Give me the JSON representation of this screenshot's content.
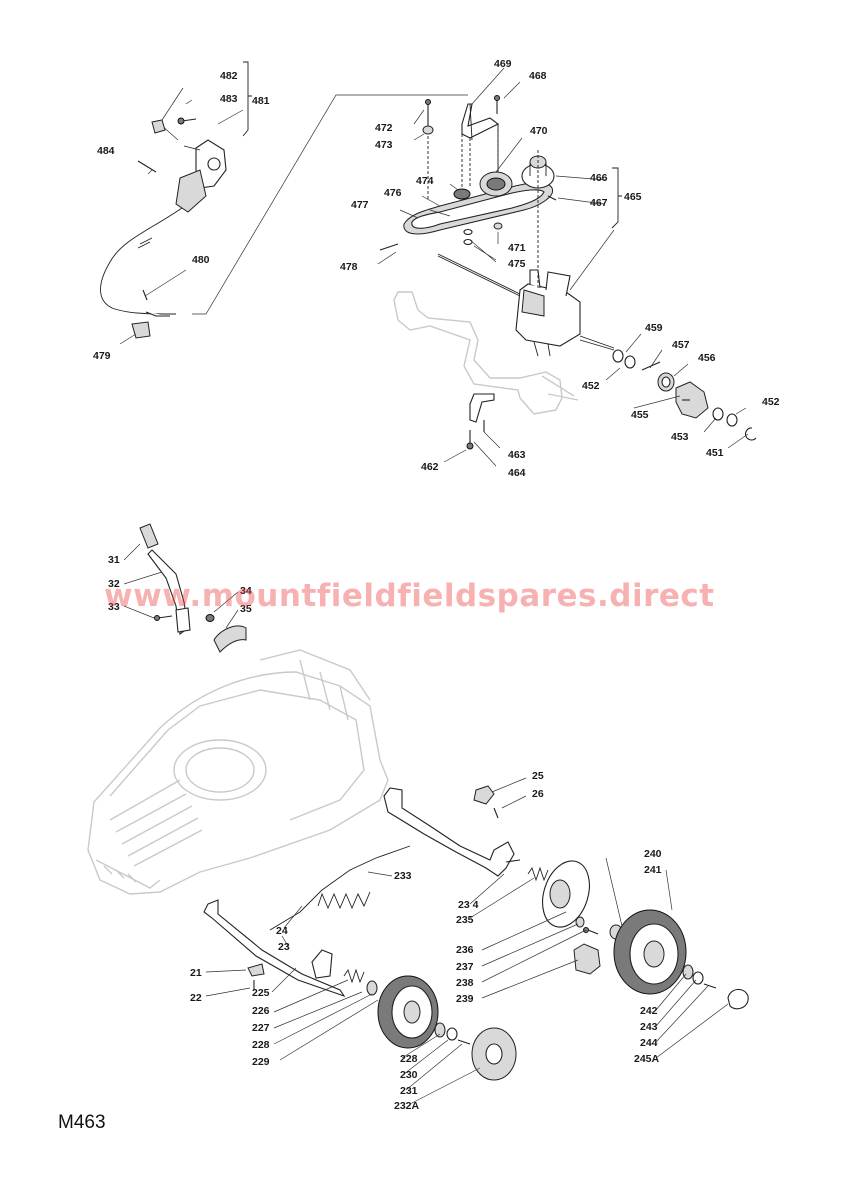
{
  "watermark": "www.mountfieldfieldspares.direct",
  "page_code": "M463",
  "callouts": {
    "c482": "482",
    "c483": "483",
    "c481": "481",
    "c484": "484",
    "c480": "480",
    "c479": "479",
    "c469": "469",
    "c468": "468",
    "c472": "472",
    "c473": "473",
    "c470": "470",
    "c474": "474",
    "c476": "476",
    "c466": "466",
    "c465": "465",
    "c467": "467",
    "c477": "477",
    "c471": "471",
    "c475": "475",
    "c478": "478",
    "c459": "459",
    "c457": "457",
    "c456": "456",
    "c452a": "452",
    "c452b": "452",
    "c455": "455",
    "c453": "453",
    "c451": "451",
    "c463": "463",
    "c462": "462",
    "c464": "464",
    "c31": "31",
    "c32": "32",
    "c33": "33",
    "c34": "34",
    "c35": "35",
    "c25": "25",
    "c26": "26",
    "c233": "233",
    "c234": "23 4",
    "c235": "235",
    "c24": "24",
    "c23": "23",
    "c240": "240",
    "c241": "241",
    "c236": "236",
    "c237": "237",
    "c238": "238",
    "c239": "239",
    "c21": "21",
    "c22": "22",
    "c225": "225",
    "c226": "226",
    "c227": "227",
    "c228a": "228",
    "c229": "229",
    "c228b": "228",
    "c230": "230",
    "c231": "231",
    "c232A": "232A",
    "c242": "242",
    "c243": "243",
    "c244": "244",
    "c245A": "245A"
  }
}
